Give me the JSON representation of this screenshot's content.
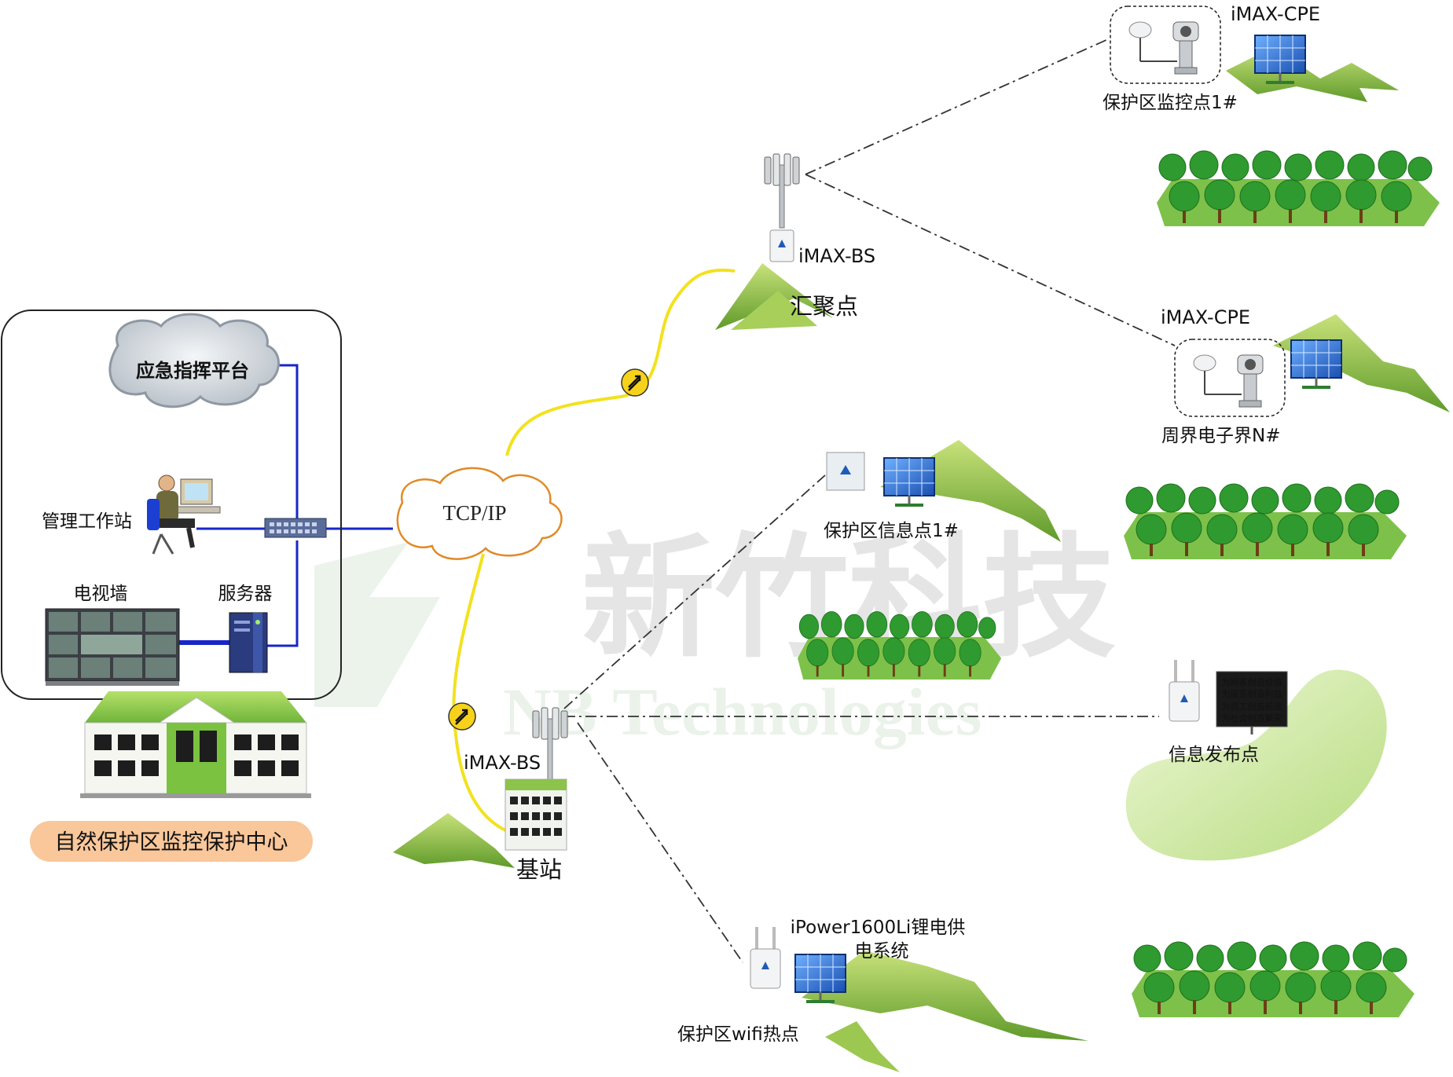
{
  "nodes": {
    "cloud_platform": "应急指挥平台",
    "workstation": "管理工作站",
    "video_wall": "电视墙",
    "server": "服务器",
    "center_title": "自然保护区监控保护中心",
    "tcpip": "TCP/IP",
    "bs_upper": "iMAX-BS",
    "aggregation": "汇聚点",
    "cpe_top": "iMAX-CPE",
    "monitor_point": "保护区监控点1#",
    "cpe_mid": "iMAX-CPE",
    "perimeter": "周界电子界N#",
    "info_point": "保护区信息点1#",
    "bs_lower": "iMAX-BS",
    "base_station": "基站",
    "publish_point": "信息发布点",
    "power_line1": "iPower1600Li锂电供",
    "power_line2": "电系统",
    "wifi_point": "保护区wifi热点"
  },
  "led_sign": [
    "为顾客创造价值",
    "为股东创造利益",
    "为员工创造前途",
    "为社会创造繁荣"
  ],
  "watermark": {
    "main": "新竹科技",
    "sub": "NB Technologies"
  },
  "colors": {
    "fiber": "#f2e21e",
    "lan": "#1726c8",
    "wireless": "#333333",
    "title_bg": "#f9c79a",
    "mountain": "#7fb93a",
    "tree": "#2f9a2f"
  }
}
